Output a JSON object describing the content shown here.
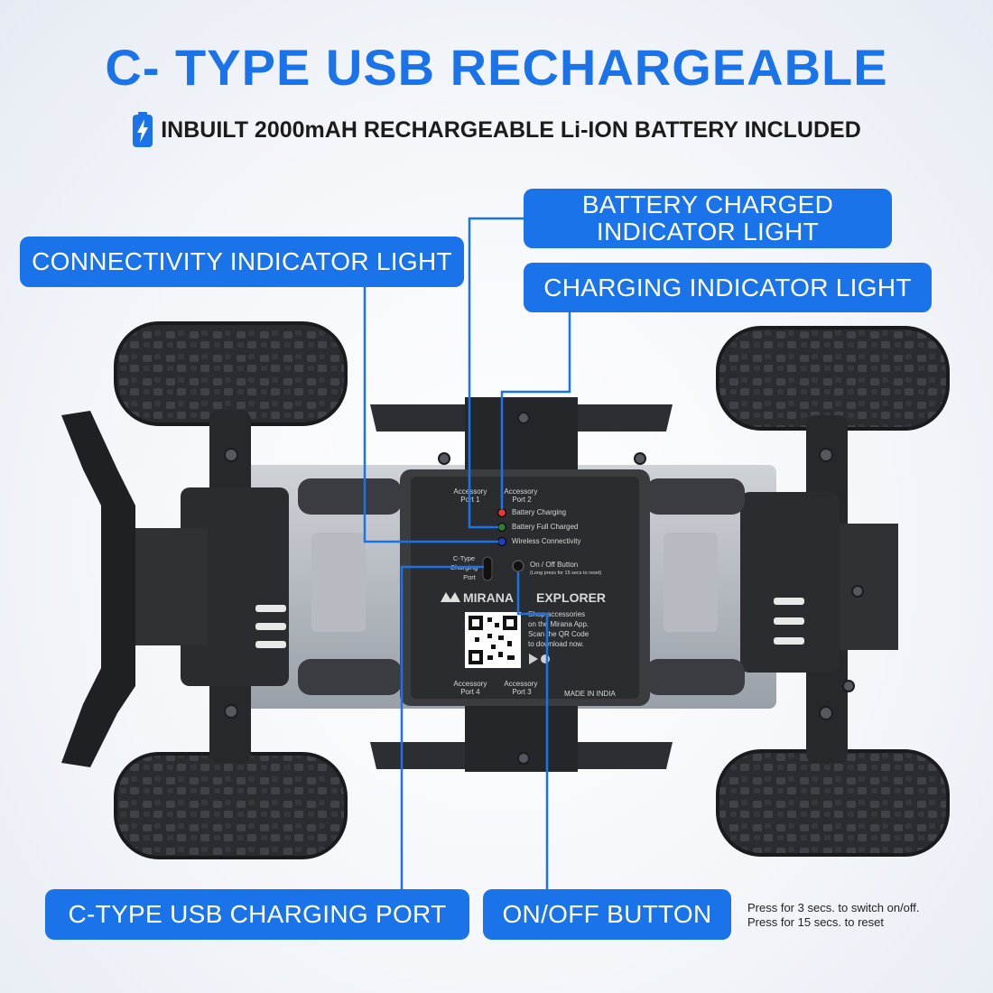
{
  "header": {
    "title": "C- TYPE USB RECHARGEABLE",
    "subtitle": "INBUILT 2000mAH RECHARGEABLE Li-ION BATTERY INCLUDED"
  },
  "callouts": {
    "battery_charged_line1": "BATTERY CHARGED",
    "battery_charged_line2": "INDICATOR LIGHT",
    "connectivity": "CONNECTIVITY INDICATOR LIGHT",
    "charging": "CHARGING INDICATOR LIGHT",
    "usb_port": "C-TYPE USB CHARGING PORT",
    "on_off": "ON/OFF BUTTON"
  },
  "note": {
    "line1": "Press for 3 secs. to switch on/off.",
    "line2": "Press for 15 secs. to reset"
  },
  "panel": {
    "accessory_port_1": [
      "Accessory",
      "Port 1"
    ],
    "accessory_port_2": [
      "Accessory",
      "Port 2"
    ],
    "accessory_port_3": [
      "Accessory",
      "Port 3"
    ],
    "accessory_port_4": [
      "Accessory",
      "Port 4"
    ],
    "battery_charging": "Battery Charging",
    "battery_full": "Battery Full Charged",
    "wireless": "Wireless Connectivity",
    "ctype_port": [
      "C-Type",
      "Charging",
      "Port"
    ],
    "onoff": "On / Off Button",
    "onoff_hint": "(Long press for 15 secs to reset)",
    "brand": "MIRANA",
    "model": "EXPLORER",
    "shop": [
      "Shop accessories",
      "on the Mirana App.",
      "Scan the QR Code",
      "to download now."
    ],
    "made_in": "MADE IN INDIA"
  },
  "colors": {
    "accent": "#1a73e8",
    "led_red": "#e53935",
    "led_green": "#2e7d32",
    "led_blue": "#1e40c8"
  }
}
